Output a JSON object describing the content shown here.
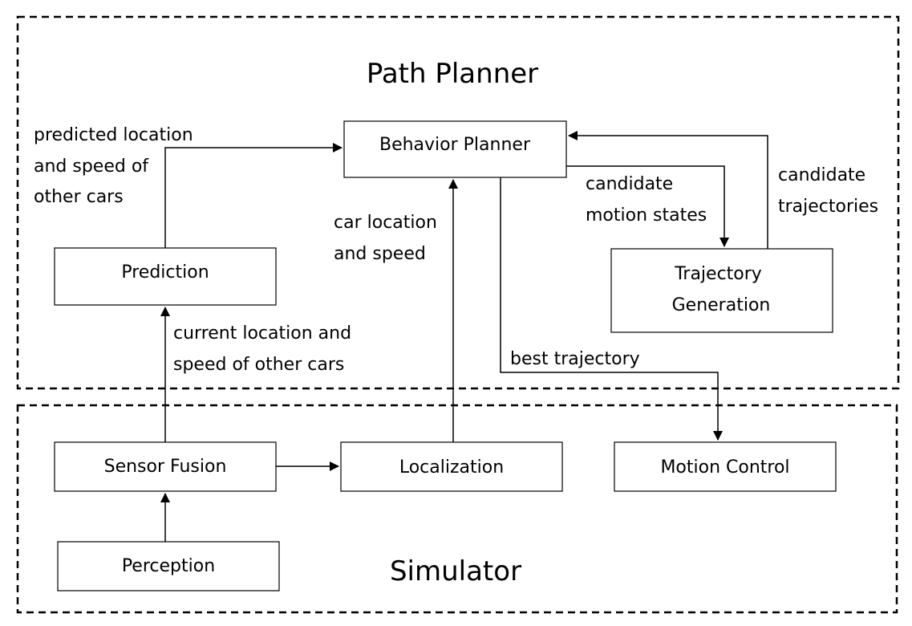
{
  "regions": {
    "path_planner": "Path Planner",
    "simulator": "Simulator"
  },
  "nodes": {
    "behavior_planner": "Behavior Planner",
    "prediction": "Prediction",
    "trajectory_generation": [
      "Trajectory",
      "Generation"
    ],
    "sensor_fusion": "Sensor Fusion",
    "localization": "Localization",
    "motion_control": "Motion Control",
    "perception": "Perception"
  },
  "edge_labels": {
    "predicted": [
      "predicted location",
      "and speed of",
      "other cars"
    ],
    "car_location": [
      "car location",
      "and speed"
    ],
    "candidate_motion": [
      "candidate",
      "motion states"
    ],
    "candidate_trajectories": [
      "candidate",
      "trajectories"
    ],
    "current_location": [
      "current location and",
      "speed  of other cars"
    ],
    "best_trajectory": "best trajectory"
  }
}
